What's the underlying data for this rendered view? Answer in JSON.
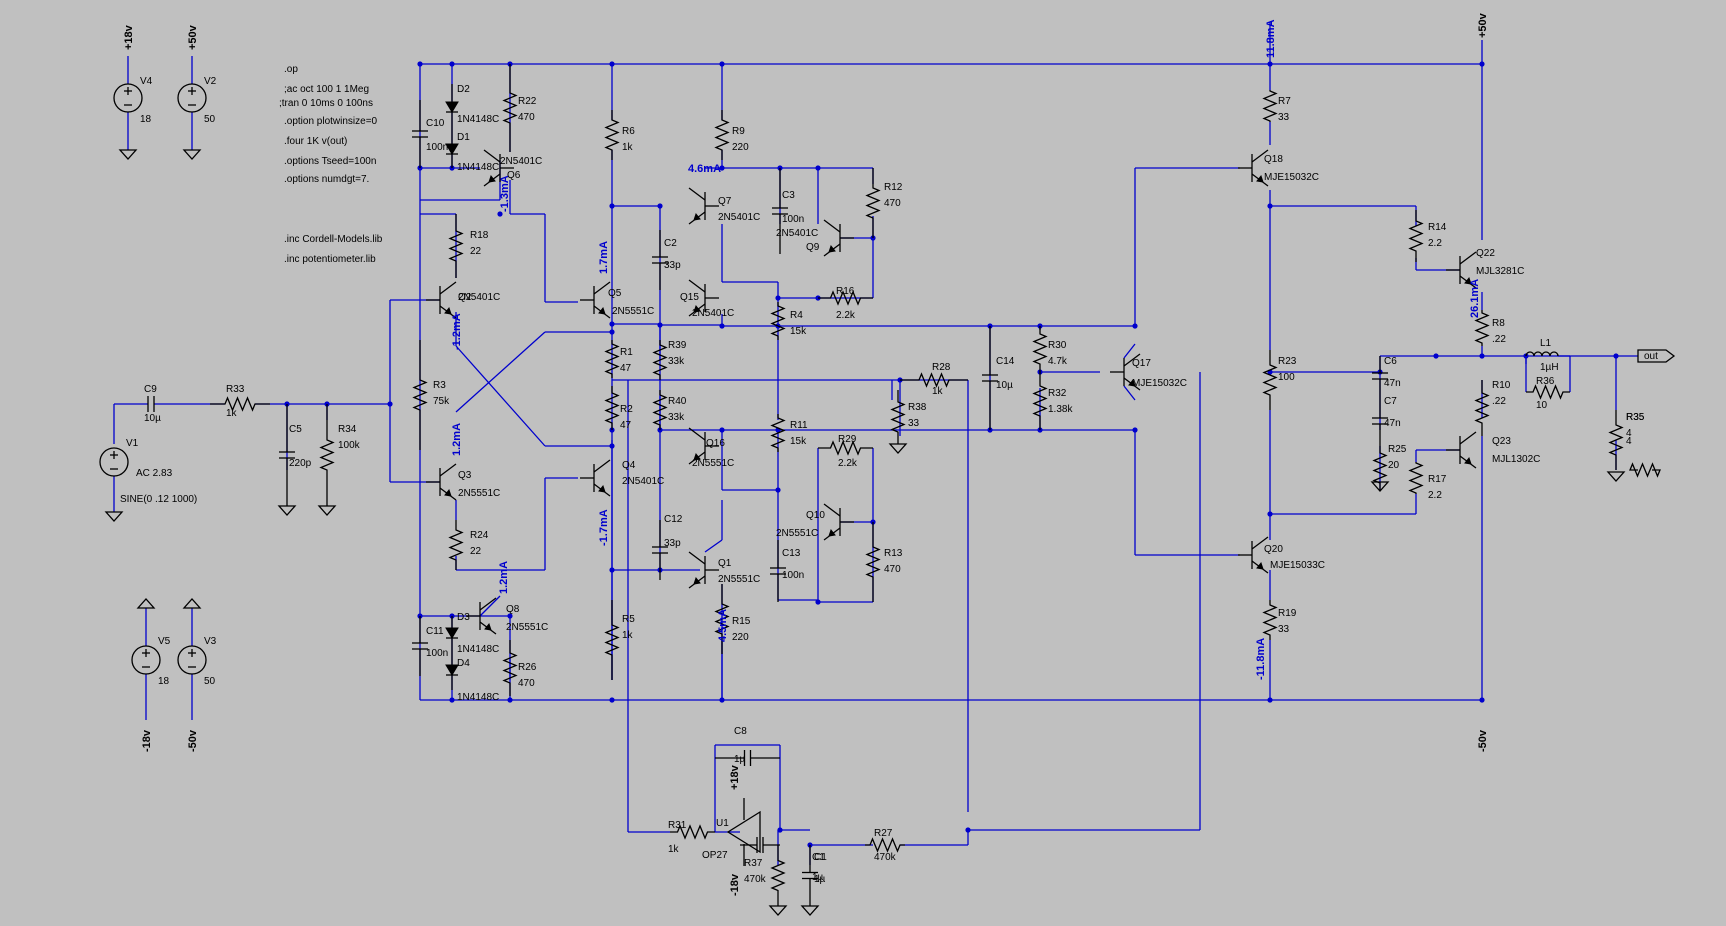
{
  "directives": [
    ".op",
    ";ac oct 100 1 1Meg",
    ";tran 0 10ms 0 100ns",
    ".option plotwinsize=0",
    ".four 1K v(out)",
    ".options Tseed=100n",
    ".options numdgt=7.",
    ".inc Cordell-Models.lib",
    ".inc potentiometer.lib"
  ],
  "components": {
    "V4": {
      "name": "V4",
      "value": "18"
    },
    "V2": {
      "name": "V2",
      "value": "50"
    },
    "V5": {
      "name": "V5",
      "value": "18"
    },
    "V3": {
      "name": "V3",
      "value": "50"
    },
    "V1": {
      "name": "V1",
      "ac": "AC 2.83",
      "sine": "SINE(0 .12 1000)"
    },
    "C9": {
      "name": "C9",
      "value": "10µ"
    },
    "R33": {
      "name": "R33",
      "value": "1k"
    },
    "C5": {
      "name": "C5",
      "value": "220p"
    },
    "R34": {
      "name": "R34",
      "value": "100k"
    },
    "C10": {
      "name": "C10",
      "value": "100n"
    },
    "D2": {
      "name": "D2",
      "value": "1N4148C"
    },
    "D1": {
      "name": "D1",
      "value": "1N4148C"
    },
    "R22": {
      "name": "R22",
      "value": "470"
    },
    "Q6": {
      "name": "Q6",
      "value": "2N5401C"
    },
    "R18": {
      "name": "R18",
      "value": "22"
    },
    "Q2": {
      "name": "Q2",
      "value": "2N5401C"
    },
    "R3": {
      "name": "R3",
      "value": "75k"
    },
    "Q3": {
      "name": "Q3",
      "value": "2N5551C"
    },
    "R24": {
      "name": "R24",
      "value": "22"
    },
    "D3": {
      "name": "D3",
      "value": "1N4148C"
    },
    "C11": {
      "name": "C11",
      "value": "100n"
    },
    "D4": {
      "name": "D4",
      "value": "1N4148C"
    },
    "Q8": {
      "name": "Q8",
      "value": "2N5551C"
    },
    "R26": {
      "name": "R26",
      "value": "470"
    },
    "R6": {
      "name": "R6",
      "value": "1k"
    },
    "Q5": {
      "name": "Q5",
      "value": "2N5551C"
    },
    "R1": {
      "name": "R1",
      "value": "47"
    },
    "R2": {
      "name": "R2",
      "value": "47"
    },
    "Q4": {
      "name": "Q4",
      "value": "2N5401C"
    },
    "R5": {
      "name": "R5",
      "value": "1k"
    },
    "R9": {
      "name": "R9",
      "value": "220"
    },
    "Q7": {
      "name": "Q7",
      "value": "2N5401C"
    },
    "C2": {
      "name": "C2",
      "value": "33p"
    },
    "R39": {
      "name": "R39",
      "value": "33k"
    },
    "R40": {
      "name": "R40",
      "value": "33k"
    },
    "C12": {
      "name": "C12",
      "value": "33p"
    },
    "Q1": {
      "name": "Q1",
      "value": "2N5551C"
    },
    "R15": {
      "name": "R15",
      "value": "220"
    },
    "C3": {
      "name": "C3",
      "value": "100n"
    },
    "Q9": {
      "name": "Q9",
      "value": "2N5401C"
    },
    "R12": {
      "name": "R12",
      "value": "470"
    },
    "R16": {
      "name": "R16",
      "value": "2.2k"
    },
    "Q15": {
      "name": "Q15",
      "value": "2N5401C"
    },
    "R4": {
      "name": "R4",
      "value": "15k"
    },
    "R11": {
      "name": "R11",
      "value": "15k"
    },
    "Q16": {
      "name": "Q16",
      "value": "2N5551C"
    },
    "R29": {
      "name": "R29",
      "value": "2.2k"
    },
    "Q10": {
      "name": "Q10",
      "value": "2N5551C"
    },
    "R13": {
      "name": "R13",
      "value": "470"
    },
    "C13": {
      "name": "C13",
      "value": "100n"
    },
    "R28": {
      "name": "R28",
      "value": "1k"
    },
    "R38": {
      "name": "R38",
      "value": "33"
    },
    "C14": {
      "name": "C14",
      "value": "10µ"
    },
    "R30": {
      "name": "R30",
      "value": "4.7k"
    },
    "R32": {
      "name": "R32",
      "value": "1.38k"
    },
    "Q17": {
      "name": "Q17",
      "value": "MJE15032C"
    },
    "Q18": {
      "name": "Q18",
      "value": "MJE15032C"
    },
    "R7": {
      "name": "R7",
      "value": "33"
    },
    "Q20": {
      "name": "Q20",
      "value": "MJE15033C"
    },
    "R19": {
      "name": "R19",
      "value": "33"
    },
    "R23": {
      "name": "R23",
      "value": "100"
    },
    "R14": {
      "name": "R14",
      "value": "2.2"
    },
    "Q22": {
      "name": "Q22",
      "value": "MJL3281C"
    },
    "R8": {
      "name": "R8",
      "value": ".22"
    },
    "R10": {
      "name": "R10",
      "value": ".22"
    },
    "Q23": {
      "name": "Q23",
      "value": "MJL1302C"
    },
    "R17": {
      "name": "R17",
      "value": "2.2"
    },
    "C6": {
      "name": "C6",
      "value": "47n"
    },
    "C7": {
      "name": "C7",
      "value": "47n"
    },
    "R25": {
      "name": "R25",
      "value": "20"
    },
    "L1": {
      "name": "L1",
      "value": "1µH"
    },
    "R36": {
      "name": "R36",
      "value": "10"
    },
    "R35": {
      "name": "R35",
      "value": "4"
    },
    "C8": {
      "name": "C8",
      "value": "1µ"
    },
    "U1": {
      "name": "U1",
      "value": "OP27"
    },
    "R31": {
      "name": "R31",
      "value": "1k"
    },
    "R37": {
      "name": "R37",
      "value": "470k"
    },
    "C1": {
      "name": "C1",
      "value": "1µ"
    },
    "R27": {
      "name": "R27",
      "value": "470k"
    }
  },
  "nets": {
    "p18": "+18v",
    "p50": "+50v",
    "n18": "-18v",
    "n50": "-50v",
    "out": "out"
  },
  "currents": {
    "q6": "-1.3mA",
    "q2": "-1.2mA",
    "q3": "1.2mA",
    "q8": "1.2mA",
    "q5": "1.7mA",
    "q4": "-1.7mA",
    "r9": "4.6mA",
    "q1": "4.5mA",
    "q18": "11.8mA",
    "q20": "-11.8mA",
    "q22": "26.1mA"
  }
}
